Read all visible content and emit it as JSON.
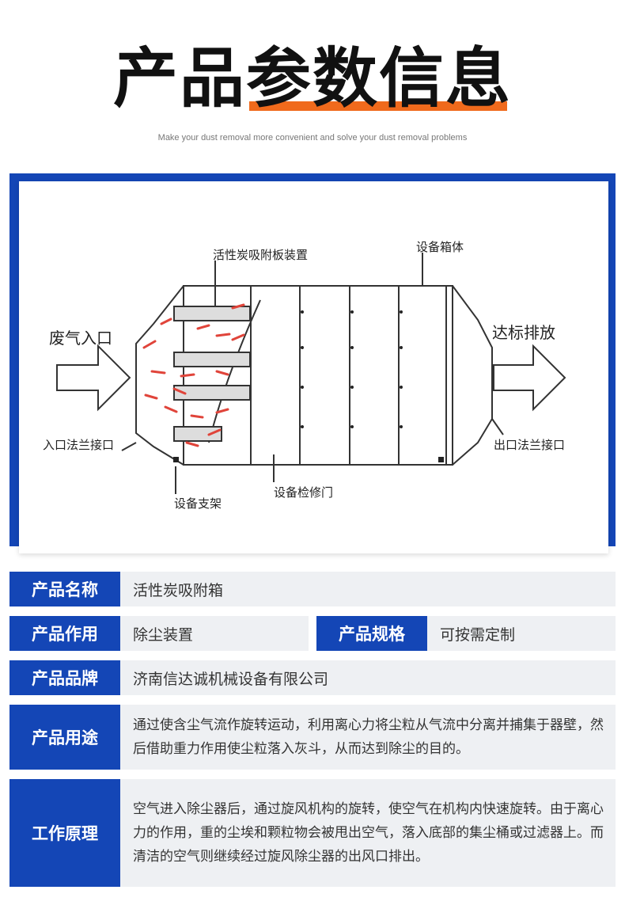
{
  "header": {
    "title_part1": "产品",
    "title_part2": "参数信息",
    "subtitle": "Make your dust removal more convenient and solve your dust removal problems"
  },
  "diagram": {
    "labels": {
      "adsorption_plate": "活性炭吸附板装置",
      "housing": "设备箱体",
      "gas_inlet": "废气入口",
      "discharge": "达标排放",
      "inlet_flange": "入口法兰接口",
      "outlet_flange": "出口法兰接口",
      "support": "设备支架",
      "door": "设备检修门"
    }
  },
  "specs": {
    "name_label": "产品名称",
    "name_value": "活性炭吸附箱",
    "function_label": "产品作用",
    "function_value": "除尘装置",
    "spec_label": "产品规格",
    "spec_value": "可按需定制",
    "brand_label": "产品品牌",
    "brand_value": "济南信达诚机械设备有限公司",
    "usage_label": "产品用途",
    "usage_value": "通过使含尘气流作旋转运动，利用离心力将尘粒从气流中分离并捕集于器壁，然后借助重力作用使尘粒落入灰斗，从而达到除尘的目的。",
    "principle_label": "工作原理",
    "principle_value": "空气进入除尘器后，通过旋风机构的旋转，使空气在机构内快速旋转。由于离心力的作用，重的尘埃和颗粒物会被甩出空气，落入底部的集尘桶或过滤器上。而清洁的空气则继续经过旋风除尘器的出风口排出。"
  },
  "colors": {
    "brand_blue": "#1446b6",
    "accent_orange": "#f06a1c",
    "row_bg": "#eef0f3"
  }
}
